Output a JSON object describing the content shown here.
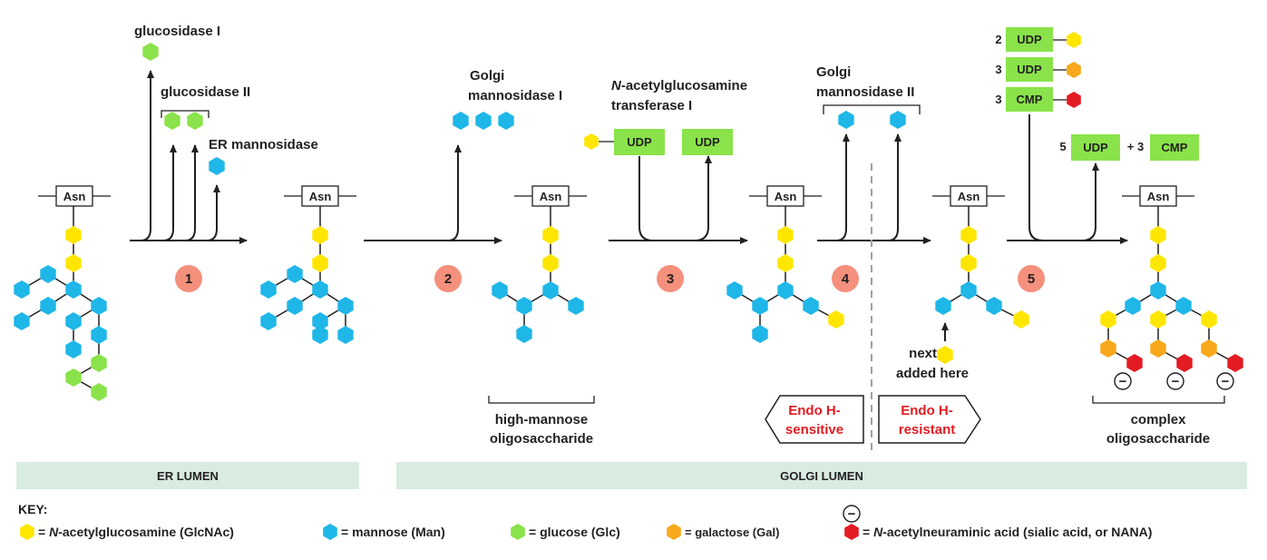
{
  "colors": {
    "glcnac": "#ffe600",
    "mannose": "#1fb6e8",
    "glucose": "#8ae34a",
    "galactose": "#f7a81b",
    "sialic": "#e31b23",
    "nucleotide_box": "#8ae34a",
    "step_circle": "#f4907c",
    "lumen_band": "#d8ece0",
    "endo_text": "#e31b23"
  },
  "asn_label": "Asn",
  "steps": [
    "1",
    "2",
    "3",
    "4",
    "5"
  ],
  "enzymes": {
    "glucosidase_1": "glucosidase I",
    "glucosidase_2": "glucosidase II",
    "er_mannosidase": "ER mannosidase",
    "golgi_mannosidase_1_line1": "Golgi",
    "golgi_mannosidase_1_line2": "mannosidase I",
    "nag_transferase_line1_italic": "N",
    "nag_transferase_line1_rest": "-acetylglucosamine",
    "nag_transferase_line2": "transferase I",
    "golgi_mannosidase_2_line1": "Golgi",
    "golgi_mannosidase_2_line2": "mannosidase II"
  },
  "nucleotides": {
    "udp": "UDP",
    "cmp": "CMP",
    "in_2": "2",
    "in_3a": "3",
    "in_3b": "3",
    "out_5": "5",
    "plus_3": "+ 3"
  },
  "labels": {
    "high_mannose_1": "high-mannose",
    "high_mannose_2": "oligosaccharide",
    "next_1": "next",
    "next_2": "added here",
    "complex_1": "complex",
    "complex_2": "oligosaccharide",
    "endo_sensitive_1": "Endo H-",
    "endo_sensitive_2": "sensitive",
    "endo_resistant_1": "Endo H-",
    "endo_resistant_2": "resistant",
    "minus": "−"
  },
  "compartments": {
    "er": "ER LUMEN",
    "golgi": "GOLGI LUMEN"
  },
  "key": {
    "title": "KEY:",
    "eq": "=",
    "glcnac_italic": "N",
    "glcnac_rest": "-acetylglucosamine (GlcNAc)",
    "mannose": "mannose (Man)",
    "glucose": "glucose (Glc)",
    "galactose": "galactose (Gal)",
    "nana_italic": "N",
    "nana_rest": "-acetylneuraminic acid (sialic acid, or NANA)"
  }
}
